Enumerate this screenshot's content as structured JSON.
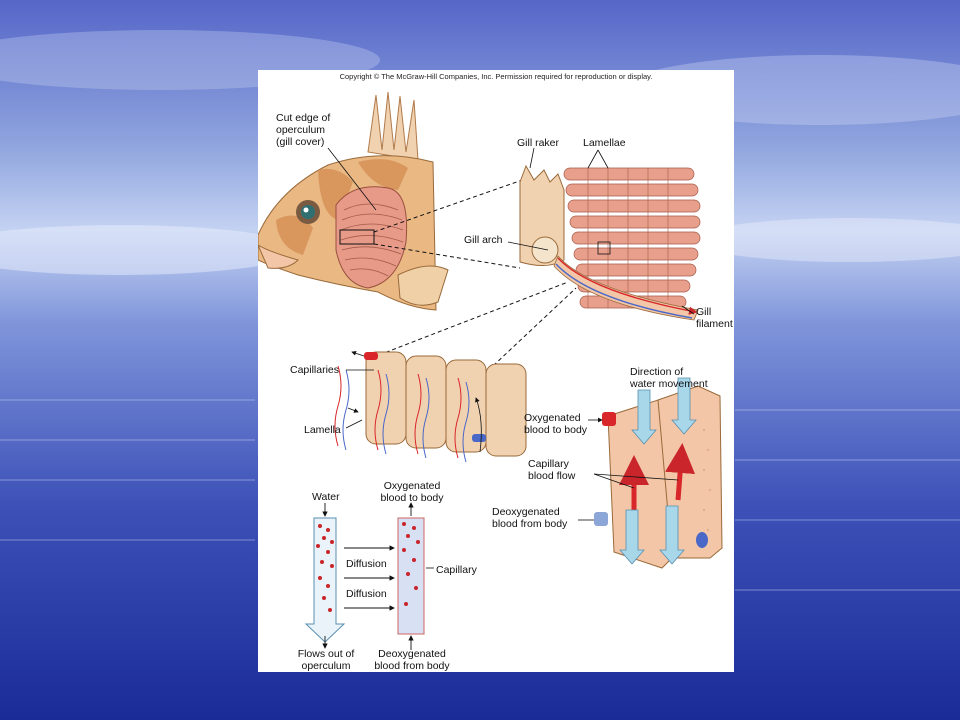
{
  "copyright": "Copyright © The McGraw-Hill Companies, Inc. Permission required for reproduction or display.",
  "labels": {
    "cut_edge_1": "Cut edge of",
    "cut_edge_2": "operculum",
    "cut_edge_3": "(gill cover)",
    "gill_raker": "Gill raker",
    "lamellae": "Lamellae",
    "gill_arch": "Gill arch",
    "gill_filament_1": "Gill",
    "gill_filament_2": "filament",
    "capillaries": "Capillaries",
    "lamella": "Lamella",
    "direction_1": "Direction of",
    "direction_2": "water movement",
    "oxy_body_1": "Oxygenated",
    "oxy_body_2": "blood to body",
    "cap_flow_1": "Capillary",
    "cap_flow_2": "blood flow",
    "deoxy_body_1": "Deoxygenated",
    "deoxy_body_2": "blood from body",
    "water": "Water",
    "oxy_top_1": "Oxygenated",
    "oxy_top_2": "blood to body",
    "diffusion_1": "Diffusion",
    "diffusion_2": "Diffusion",
    "capillary": "Capillary",
    "flows_out_1": "Flows out of",
    "flows_out_2": "operculum",
    "deoxy_bottom_1": "Deoxygenated",
    "deoxy_bottom_2": "blood from body"
  },
  "colors": {
    "background_light": "#9fb4e8",
    "background_dark": "#1c2fa0",
    "fish_body": "#e9b883",
    "fish_band": "#d58f55",
    "gill_pink": "#e79a88",
    "oxygenated": "#d8262a",
    "deoxygenated": "#4a68c8",
    "water_arrow": "#a8d7ea"
  }
}
